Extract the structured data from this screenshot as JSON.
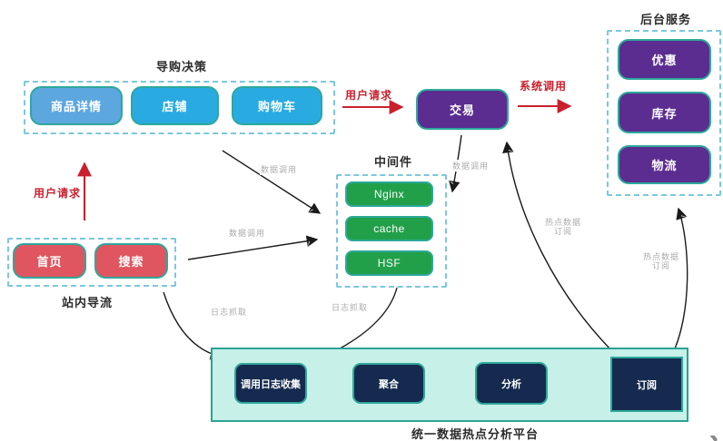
{
  "groups": {
    "guide": {
      "title": "导购决策",
      "items": [
        "商品详情",
        "店铺",
        "购物车"
      ]
    },
    "backend": {
      "title": "后台服务",
      "items": [
        "优惠",
        "库存",
        "物流"
      ]
    },
    "middleware": {
      "title": "中间件",
      "items": [
        "Nginx",
        "cache",
        "HSF"
      ]
    },
    "site": {
      "title": "站内导流",
      "items": [
        "首页",
        "搜索"
      ]
    },
    "platform": {
      "title": "统一数据热点分析平台",
      "items": [
        "调用日志收集",
        "聚合",
        "分析",
        "订阅"
      ]
    }
  },
  "nodes": {
    "trade": "交易"
  },
  "edge_labels": {
    "user_request": "用户请求",
    "system_call": "系统调用",
    "data_call": "数据调用",
    "log_capture": "日志抓取",
    "hotspot_line1": "热点数据",
    "hotspot_line2": "订阅"
  },
  "colors": {
    "guide_item": "#29abe2",
    "guide_item_first": "#5ca7de",
    "backend_item": "#5b2d90",
    "middleware_item": "#21a049",
    "site_item": "#df5660",
    "platform_item": "#152a4e",
    "platform_bg": "#c7f0e8",
    "platform_border": "#2aa394",
    "box_border": "#2ea89b",
    "dashed_border": "#7cc7df",
    "arrow_red": "#c9202e",
    "arrow_black": "#1a1a1a",
    "label_gray": "#ababab"
  }
}
